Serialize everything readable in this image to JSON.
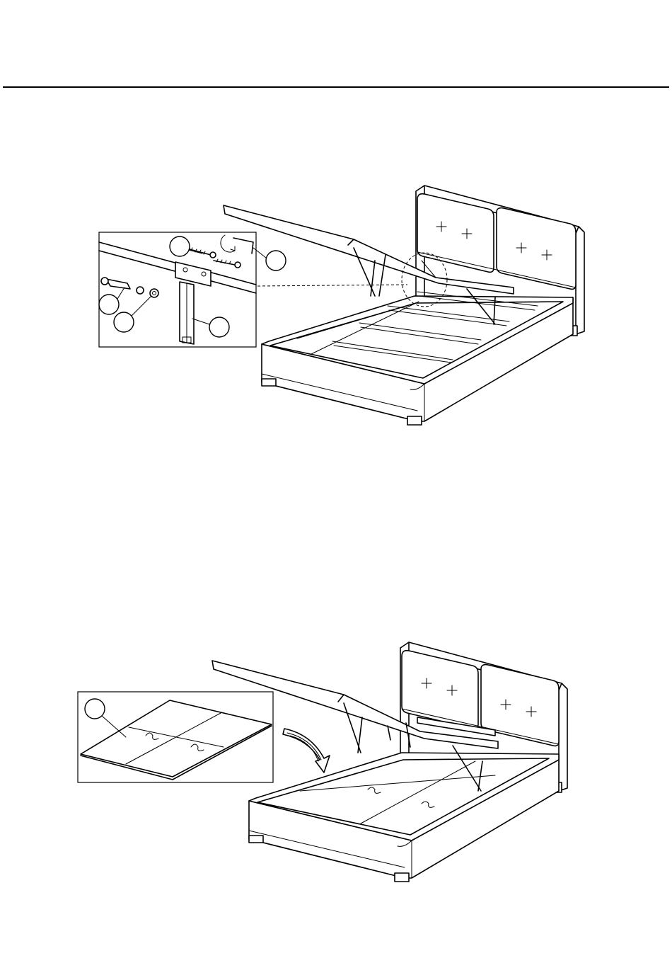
{
  "page": {
    "header_rule": true
  },
  "figures": [
    {
      "id": "step-attach-leg",
      "callouts": 5,
      "inset": "leg-bracket-detail"
    },
    {
      "id": "step-place-base-board",
      "callouts": 1,
      "inset": "base-board-detail"
    }
  ]
}
